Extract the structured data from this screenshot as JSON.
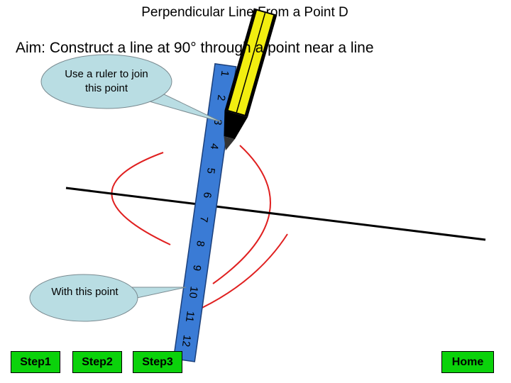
{
  "title": "Perpendicular Line From a Point D",
  "aim": "Aim: Construct a line at 90° through a point near a line",
  "callouts": {
    "top": "Use a ruler to join this point",
    "bottom": "With this point"
  },
  "ruler": {
    "marks": [
      "1",
      "2",
      "3",
      "4",
      "5",
      "6",
      "7",
      "8",
      "9",
      "10",
      "11",
      "12"
    ],
    "color": "#3a7bd5"
  },
  "nav": {
    "step1": "Step1",
    "step2": "Step2",
    "step3": "Step3",
    "home": "Home"
  },
  "colors": {
    "button": "#0bd20b",
    "callout": "#b9dde3",
    "arc": "#e02020",
    "pencil_body": "#f2ee10"
  }
}
